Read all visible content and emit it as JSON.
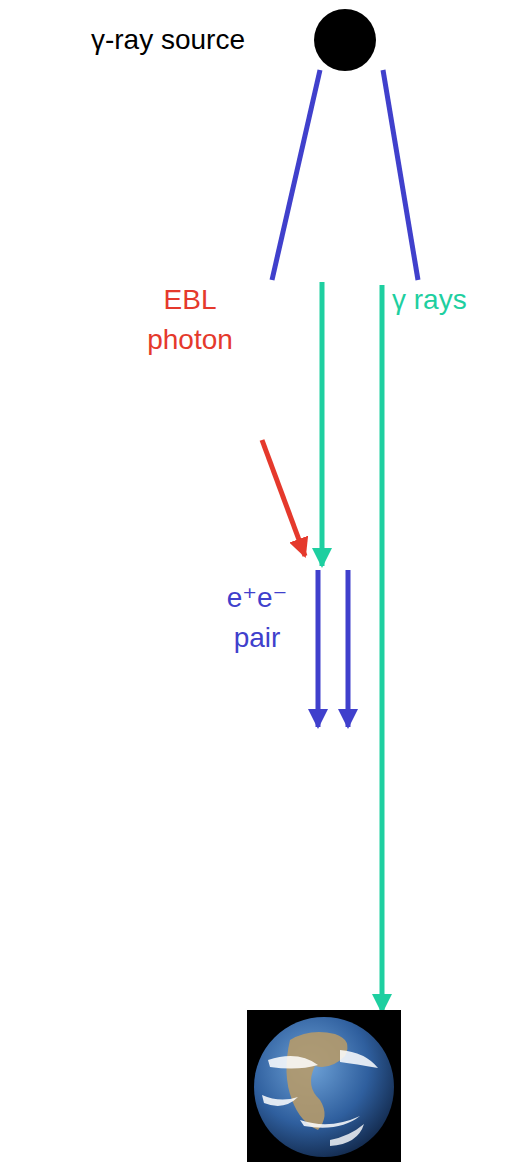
{
  "diagram": {
    "nodes": [
      {
        "text": [
          "γ-ray source"
        ]
      }
    ],
    "labels": [
      "EBL photon",
      "γ rays",
      "e⁺e⁻ pair"
    ]
  }
}
